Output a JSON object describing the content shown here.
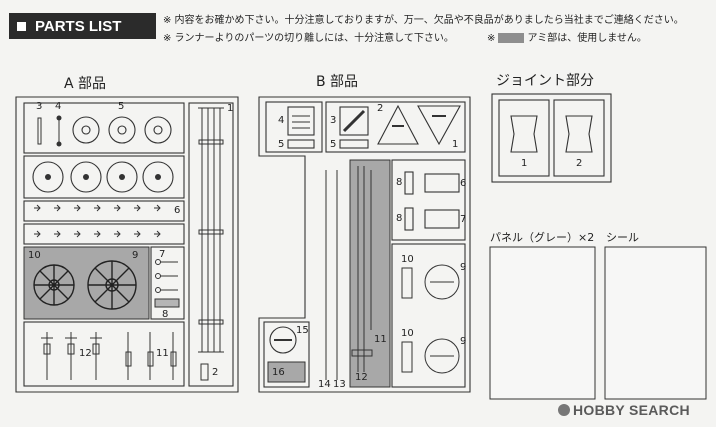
{
  "header": {
    "title": "PARTS LIST",
    "note1": "※ 内容をお確かめ下さい。十分注意しておりますが、万一、欠品や不良品がありましたら当社までご連絡ください。",
    "note2a": "※ ランナーよりのパーツの切り離しには、十分注意して下さい。",
    "note2b": "※",
    "note2c": "アミ部は、使用しません。"
  },
  "sections": {
    "a": "A 部品",
    "b": "B 部品",
    "joint": "ジョイント部分",
    "panel": "パネル（グレー）×2",
    "seal": "シール"
  },
  "parts_a": [
    "1",
    "2",
    "3",
    "4",
    "5",
    "6",
    "7",
    "8",
    "9",
    "10",
    "11",
    "12"
  ],
  "parts_b": [
    "1",
    "2",
    "3",
    "4",
    "5",
    "6",
    "7",
    "8",
    "9",
    "10",
    "11",
    "12",
    "13",
    "14",
    "15",
    "16"
  ],
  "joint_parts": [
    "1",
    "2"
  ],
  "watermark": "HOBBY SEARCH",
  "colors": {
    "mesh": "#a8a8a8",
    "banner": "#2b2b2b"
  }
}
